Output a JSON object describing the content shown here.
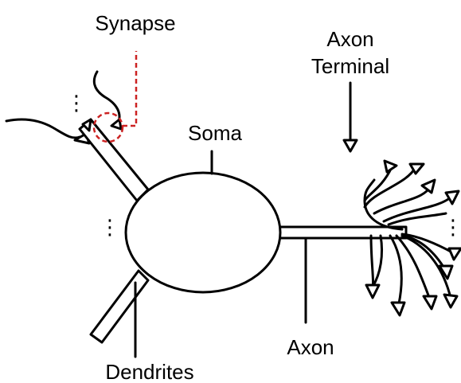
{
  "labels": {
    "synapse": "Synapse",
    "axon_terminal_line1": "Axon",
    "axon_terminal_line2": "Terminal",
    "soma": "Soma",
    "axon": "Axon",
    "dendrites": "Dendrites"
  },
  "ellipsis": {
    "top_left": "⋮",
    "left": "⋮",
    "right": "⋮"
  },
  "colors": {
    "ink": "#000000",
    "highlight": "#cc2222",
    "background": "#ffffff"
  }
}
